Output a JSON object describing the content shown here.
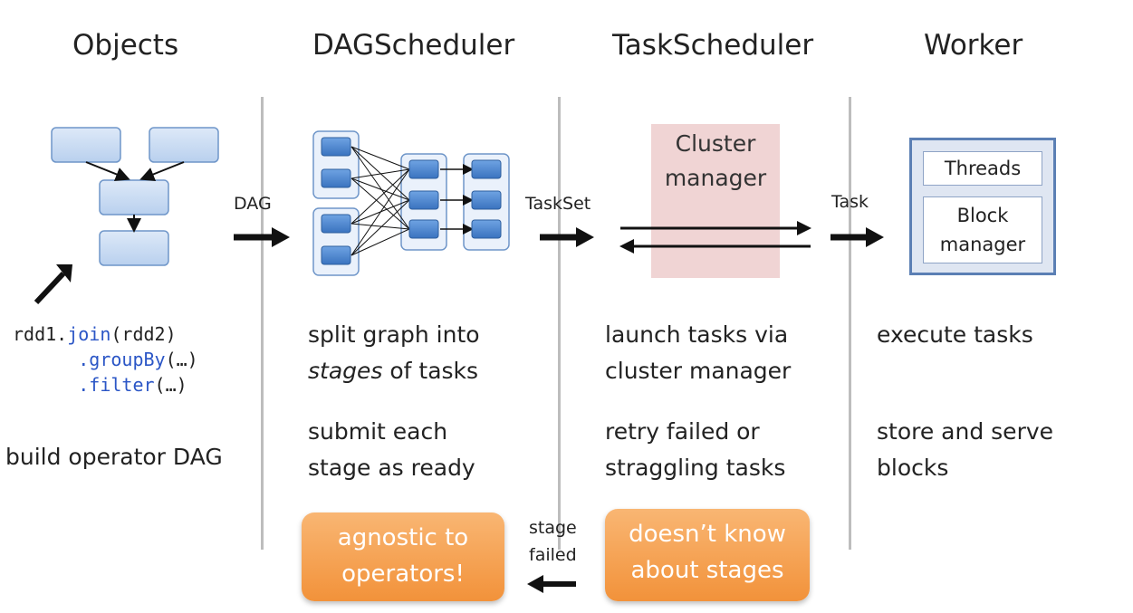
{
  "headers": {
    "objects": "Objects",
    "dag_scheduler": "DAGScheduler",
    "task_scheduler": "TaskScheduler",
    "worker": "Worker"
  },
  "arrows": {
    "dag": "DAG",
    "taskset": "TaskSet",
    "task": "Task",
    "stage_failed_line1": "stage",
    "stage_failed_line2": "failed"
  },
  "objects": {
    "code_line1_var": "rdd1.",
    "code_line1_fn": "join",
    "code_line1_arg": "(rdd2)",
    "code_line2_fn": ".groupBy",
    "code_line2_arg": "(…)",
    "code_line3_fn": ".filter",
    "code_line3_arg": "(…)",
    "description": "build operator DAG"
  },
  "dag_scheduler": {
    "desc1_line1": "split graph into",
    "desc1_line2_italic": "stages",
    "desc1_line2_rest": " of tasks",
    "desc2_line1": "submit each",
    "desc2_line2": "stage as ready",
    "pill_line1": "agnostic to",
    "pill_line2": "operators!"
  },
  "task_scheduler": {
    "cluster_line1": "Cluster",
    "cluster_line2": "manager",
    "desc1_line1": "launch tasks via",
    "desc1_line2": "cluster manager",
    "desc2_line1": "retry failed or",
    "desc2_line2": "straggling tasks",
    "pill_line1": "doesn’t know",
    "pill_line2": "about stages"
  },
  "worker": {
    "threads": "Threads",
    "block_line1": "Block",
    "block_line2": "manager",
    "desc1": "execute tasks",
    "desc2_line1": "store and serve",
    "desc2_line2": "blocks"
  },
  "colors": {
    "node_fill": "#c9dcf3",
    "node_stroke": "#6f96c9",
    "task_fill": "#4a86d0",
    "pill_orange": "#f2923a",
    "cluster_pink": "#f0d4d4"
  }
}
